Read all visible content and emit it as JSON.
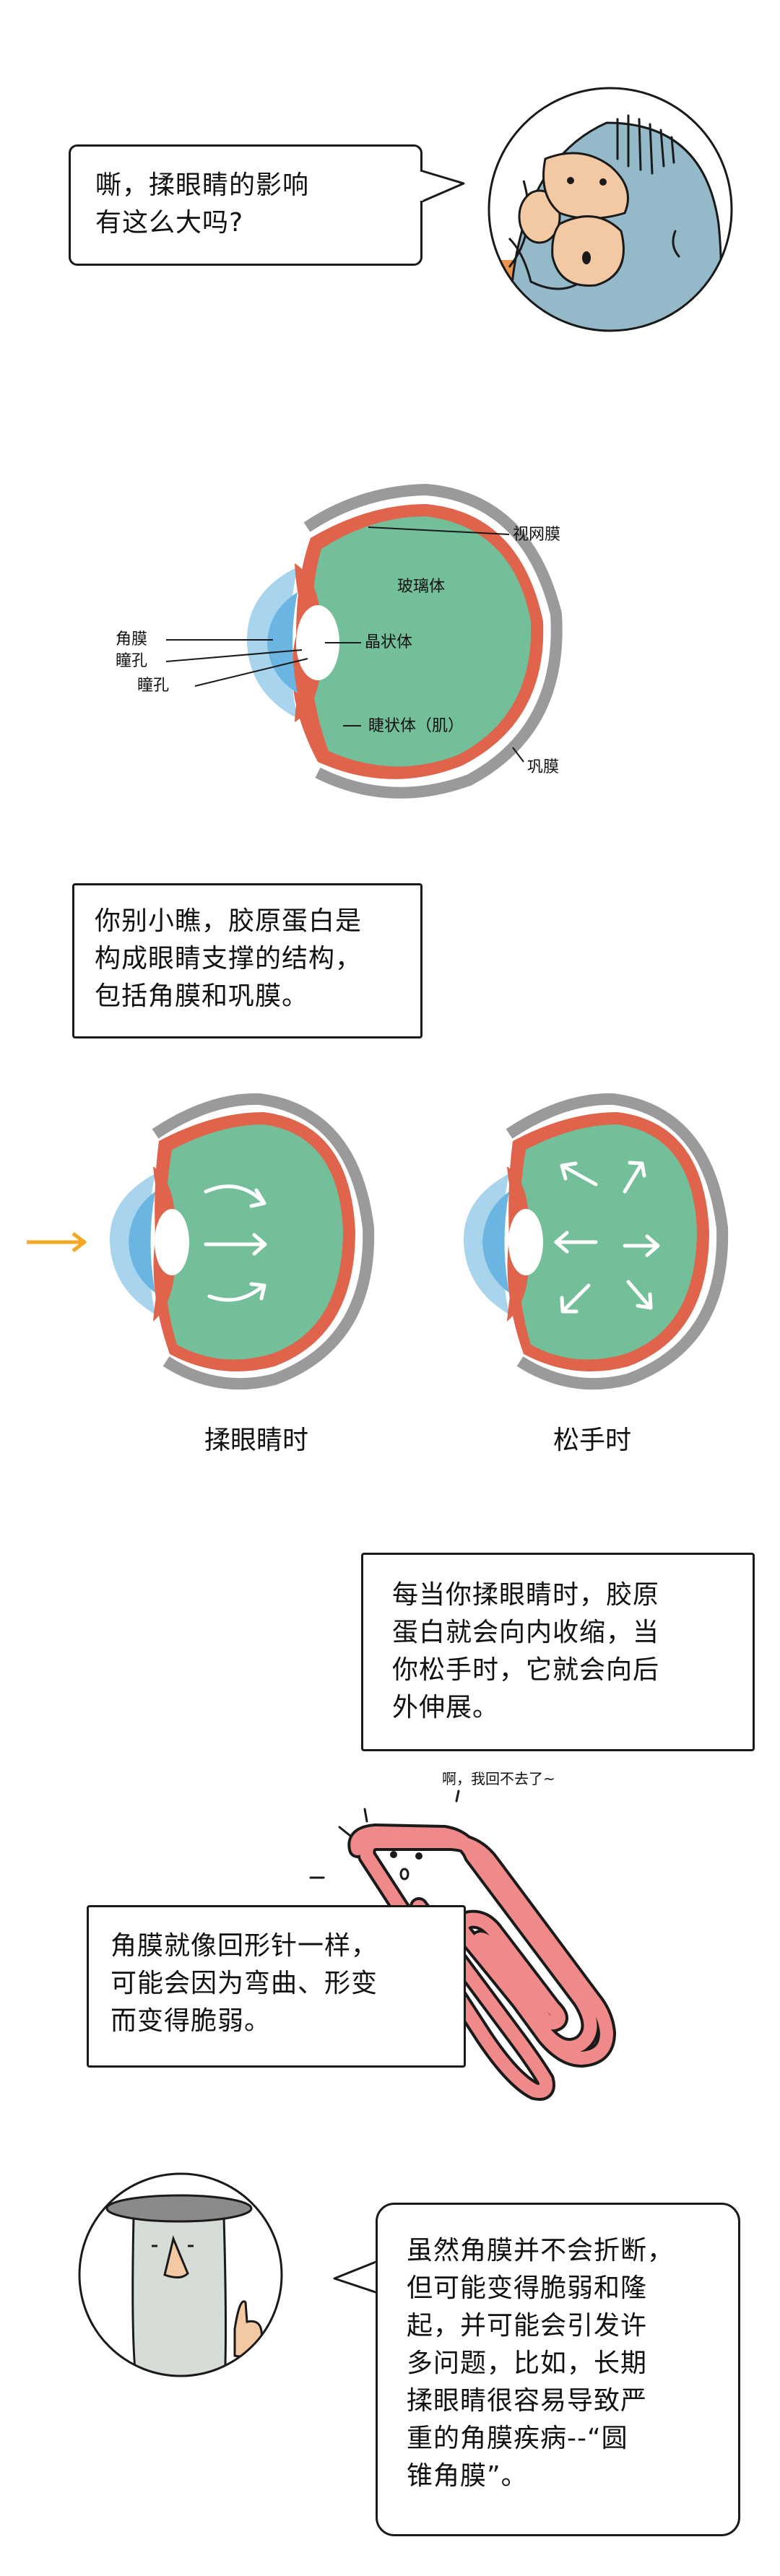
{
  "panel1": {
    "speech": "嘶，揉眼睛的影响\n有这么大吗?"
  },
  "diagram": {
    "labels": {
      "retina": "视网膜",
      "vitreous": "玻璃体",
      "lens": "晶状体",
      "cornea": "角膜",
      "pupil1": "瞳孔",
      "pupil2": "瞳孔",
      "ciliary": "睫状体（肌）",
      "sclera": "巩膜"
    }
  },
  "panel2": {
    "text": "你别小瞧，胶原蛋白是\n构成眼睛支撑的结构，\n包括角膜和巩膜。"
  },
  "panel3": {
    "caption_left": "揉眼睛时",
    "caption_right": "松手时"
  },
  "panel4": {
    "text": "每当你揉眼睛时，胶原\n蛋白就会向内收缩，当\n你松手时，它就会向后\n外伸展。"
  },
  "panel5": {
    "clip_speech": "啊，我回不去了~",
    "text": "角膜就像回形针一样，\n可能会因为弯曲、形变\n而变得脆弱。"
  },
  "panel6": {
    "speech": "虽然角膜并不会折断，\n但可能变得脆弱和隆\n起，并可能会引发许\n多问题，比如，长期\n揉眼睛很容易导致严\n重的角膜疾病--“圆\n锥角膜”。"
  },
  "colors": {
    "vitreous": "#73bf9a",
    "retina": "#e0634b",
    "sclera": "#9a9a9a",
    "cornea": "#a8d4ee",
    "arrow": "#f5a623",
    "skin": "#f3c9a3",
    "bluegray": "#94b9c9",
    "orange": "#e9944a"
  }
}
